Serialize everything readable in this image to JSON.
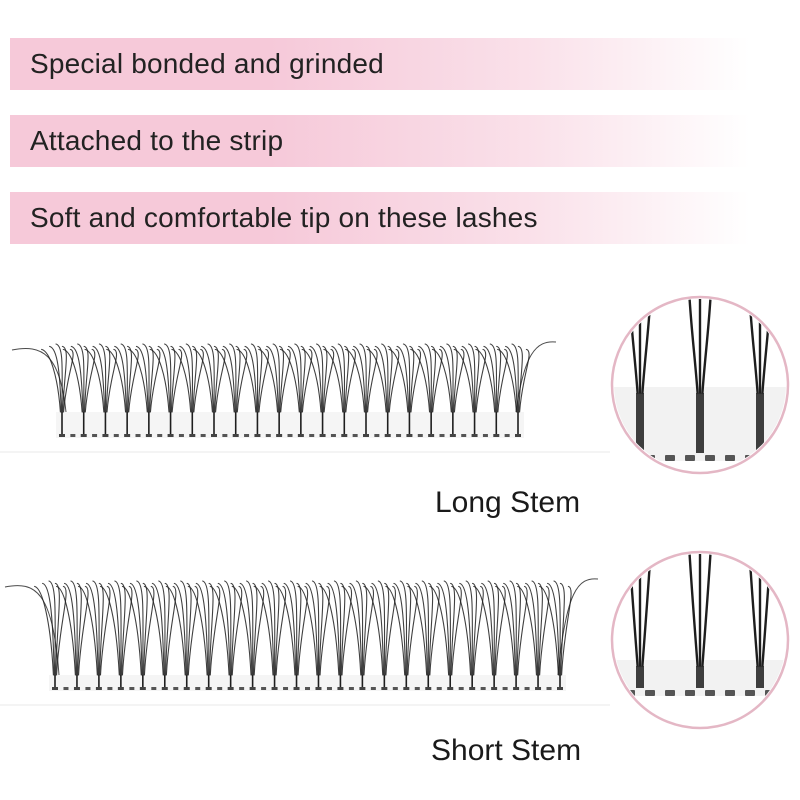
{
  "banners": [
    {
      "text": "Special bonded and grinded"
    },
    {
      "text": "Attached to the strip"
    },
    {
      "text": "Soft and comfortable tip on these lashes"
    }
  ],
  "sections": {
    "long": {
      "label": "Long Stem"
    },
    "short": {
      "label": "Short Stem"
    }
  },
  "colors": {
    "banner_pink": "#f6c9d9",
    "circle_border": "#e4b7c5",
    "lash": "#1e1e1e"
  }
}
